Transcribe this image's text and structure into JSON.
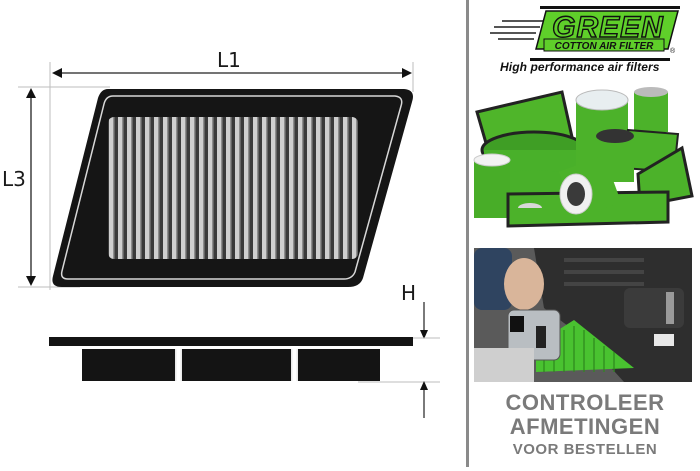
{
  "diagram": {
    "dimensions": {
      "length": "L1",
      "width": "L3",
      "height": "H"
    }
  },
  "brand": {
    "name": "GREEN",
    "subtitle": "COTTON AIR FILTER",
    "registered": "®",
    "tagline": "High performance air filters",
    "accent_color": "#5fcf2a"
  },
  "photos": {
    "products_alt": "Assortment of green cotton air filters",
    "measuring_alt": "Measuring air filter with tape measure"
  },
  "call_to_action": {
    "line1": "CONTROLEER",
    "line2": "AFMETINGEN",
    "line3": "VOOR BESTELLEN",
    "color": "#7a7a7a"
  }
}
